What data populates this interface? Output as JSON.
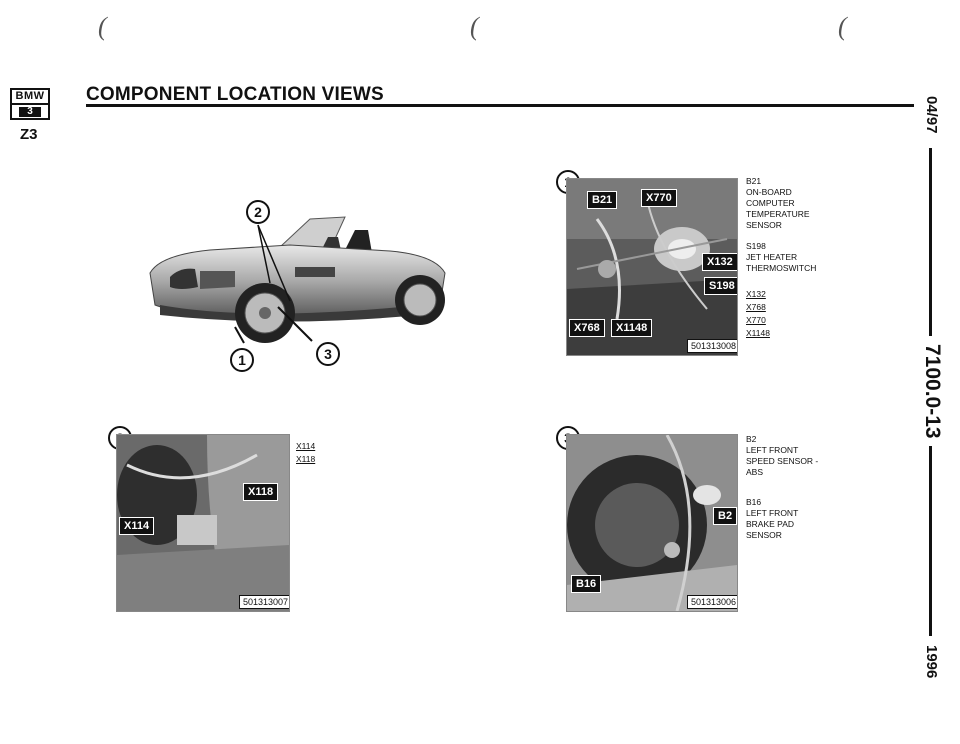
{
  "header": {
    "logo_brand": "BMW",
    "logo_series": "3",
    "model": "Z3",
    "title": "COMPONENT LOCATION VIEWS"
  },
  "margin": {
    "date": "04/97",
    "page_code": "7100.0-13",
    "year": "1996"
  },
  "overview": {
    "callouts": [
      "1",
      "2",
      "3"
    ]
  },
  "view1": {
    "callout": "1",
    "tags": [
      "B21",
      "X770",
      "X132",
      "S198",
      "X768",
      "X1148"
    ],
    "code": "501313008",
    "legend": {
      "b21_code": "B21",
      "b21_desc": [
        "ON-BOARD",
        "COMPUTER",
        "TEMPERATURE",
        "SENSOR"
      ],
      "s198_code": "S198",
      "s198_desc": [
        "JET HEATER",
        "THERMOSWITCH"
      ],
      "connectors": [
        "X132",
        "X768",
        "X770",
        "X1148"
      ]
    }
  },
  "view2": {
    "callout": "2",
    "tags": [
      "X118",
      "X114"
    ],
    "code": "501313007",
    "connectors": [
      "X114",
      "X118"
    ]
  },
  "view3": {
    "callout": "3",
    "tags": [
      "B2",
      "B16"
    ],
    "code": "501313006",
    "legend": {
      "b2_code": "B2",
      "b2_desc": [
        "LEFT FRONT",
        "SPEED SENSOR -",
        "ABS"
      ],
      "b16_code": "B16",
      "b16_desc": [
        "LEFT FRONT",
        "BRAKE PAD",
        "SENSOR"
      ]
    }
  }
}
